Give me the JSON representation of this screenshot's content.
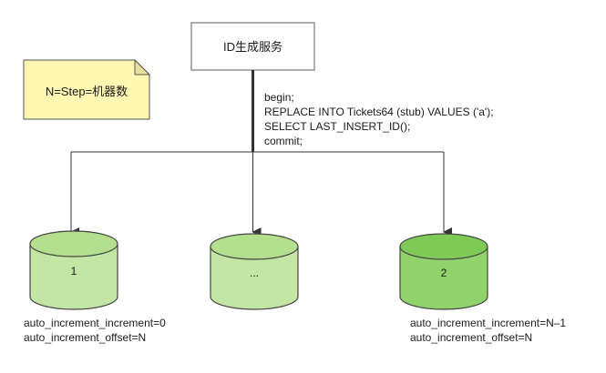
{
  "service": {
    "label": "ID生成服务"
  },
  "note": {
    "text": "N=Step=机器数"
  },
  "sql": {
    "lines": [
      "begin;",
      "REPLACE INTO Tickets64 (stub) VALUES ('a');",
      "SELECT LAST_INSERT_ID();",
      "commit;"
    ]
  },
  "databases": [
    {
      "label": "1"
    },
    {
      "label": "..."
    },
    {
      "label": "2"
    }
  ],
  "config_left": {
    "line1": "auto_increment_increment=0",
    "line2": "auto_increment_offset=N"
  },
  "config_right": {
    "line1": "auto_increment_increment=N–1",
    "line2": "auto_increment_offset=N"
  },
  "colors": {
    "db_light": "#c3e6a4",
    "db_light_top": "#b4df8e",
    "db_dark": "#8fd36a",
    "db_dark_top": "#7fc957",
    "note_fill": "#fff7b2",
    "note_fold": "#e9e09a",
    "stroke": "#333333"
  }
}
